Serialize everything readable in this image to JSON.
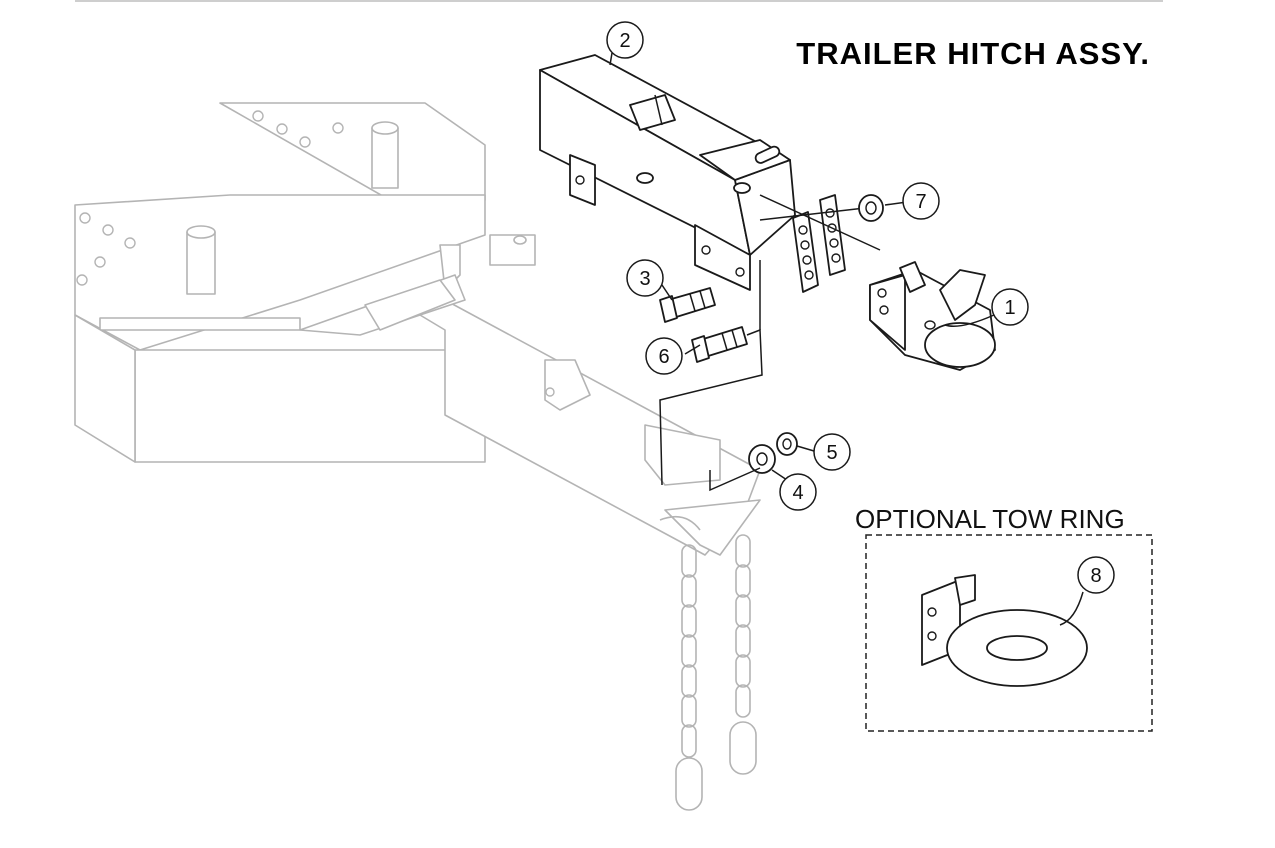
{
  "title": "TRAILER HITCH ASSY.",
  "optional_box": {
    "label": "OPTIONAL TOW RING"
  },
  "callouts": [
    {
      "id": "coupler",
      "label": "1"
    },
    {
      "id": "hitch-tube",
      "label": "2"
    },
    {
      "id": "bolt-upper",
      "label": "3"
    },
    {
      "id": "washer",
      "label": "4"
    },
    {
      "id": "nut-lower",
      "label": "5"
    },
    {
      "id": "bolt-lower",
      "label": "6"
    },
    {
      "id": "nut-upper",
      "label": "7"
    },
    {
      "id": "tow-ring",
      "label": "8"
    }
  ]
}
